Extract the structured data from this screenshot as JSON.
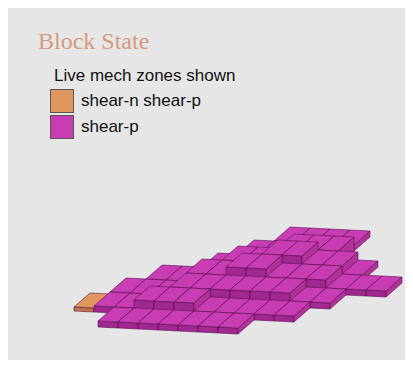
{
  "diagram": {
    "title": "Block State",
    "labels": [
      "Live mech zones shown"
    ],
    "legend": [
      {
        "text": "shear-n shear-p",
        "color": "#e0965c"
      },
      {
        "text": "shear-p",
        "color": "#c83cb4"
      }
    ]
  }
}
